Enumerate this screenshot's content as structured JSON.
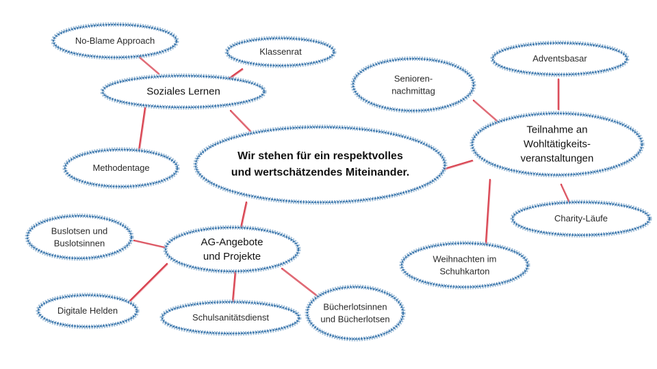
{
  "diagram": {
    "center": {
      "id": "center",
      "text": "Wir stehen für ein respektvolles\nund wertschätzendes Miteinander."
    },
    "branches": [
      {
        "id": "soziales-lernen",
        "text": "Soziales Lernen",
        "leaves": [
          {
            "id": "no-blame",
            "text": "No-Blame Approach"
          },
          {
            "id": "klassenrat",
            "text": "Klassenrat"
          },
          {
            "id": "methodentage",
            "text": "Methodentage"
          }
        ]
      },
      {
        "id": "ag-angebote",
        "text": "AG-Angebote\nund Projekte",
        "leaves": [
          {
            "id": "buslotsen",
            "text": "Buslotsen  und\nBuslotsinnen"
          },
          {
            "id": "digitale-helden",
            "text": "Digitale Helden"
          },
          {
            "id": "schulsanitaetsdienst",
            "text": "Schulsanitätsdienst"
          },
          {
            "id": "buecherlotsen",
            "text": "Bücherlotsinnen\nund Bücherlotsen"
          }
        ]
      },
      {
        "id": "wohltaetigkeit",
        "text": "Teilnahme an\nWohltätigkeits-\nveranstaltungen",
        "leaves": [
          {
            "id": "seniorennachmittag",
            "text": "Senioren-\nnachmittag"
          },
          {
            "id": "adventsbasar",
            "text": "Adventsbasar"
          },
          {
            "id": "charity-laeufe",
            "text": "Charity-Läufe"
          },
          {
            "id": "weihnachten",
            "text": "Weihnachten im\nSchuhkarton"
          }
        ]
      }
    ],
    "colors": {
      "ellipse_outline": "#3f79ad",
      "ellipse_halo": "#8fb3d1",
      "connector": "#d9424f",
      "background": "#ffffff"
    }
  }
}
